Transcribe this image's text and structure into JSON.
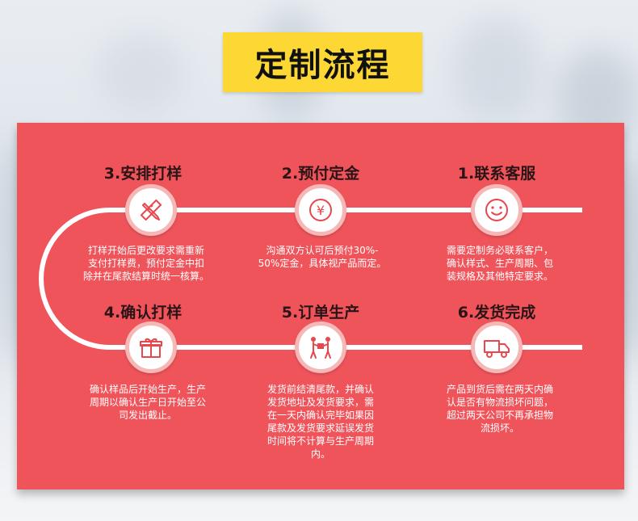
{
  "title": "定制流程",
  "steps": [
    {
      "label": "3.安排打样",
      "icon": "ruler-pencil-icon",
      "desc": "打样开始后更改要求需重新\n支付打样费，预付定金中扣\n除并在尾款结算时统一核算。"
    },
    {
      "label": "2.预付定金",
      "icon": "yen-coin-icon",
      "desc": "沟通双方认可后预付30%-\n50%定金，具体视产品而定。"
    },
    {
      "label": "1.联系客服",
      "icon": "smiley-icon",
      "desc": "需要定制务必联系客户，\n确认样式、生产周期、包\n装规格及其他特定要求。"
    },
    {
      "label": "4.确认打样",
      "icon": "gift-box-icon",
      "desc": "确认样品后开始生产，生产\n周期以确认生产日开始至公\n司发出截止。"
    },
    {
      "label": "5.订单生产",
      "icon": "workers-handover-icon",
      "desc": "发货前结清尾款，并确认\n发货地址及发货要求，需\n在一天内确认完毕如果因\n尾款及发货要求延误发货\n时间将不计算与生产周期\n内。"
    },
    {
      "label": "6.发货完成",
      "icon": "delivery-truck-icon",
      "desc": "产品到货后需在两天内确\n认是否有物流损坏问题，\n超过两天公司不再承担物\n流损坏。"
    }
  ],
  "colors": {
    "accent": "#fdd835",
    "panel": "#f0545b",
    "ring": "#f6b7b7",
    "icon": "#e8474d"
  }
}
